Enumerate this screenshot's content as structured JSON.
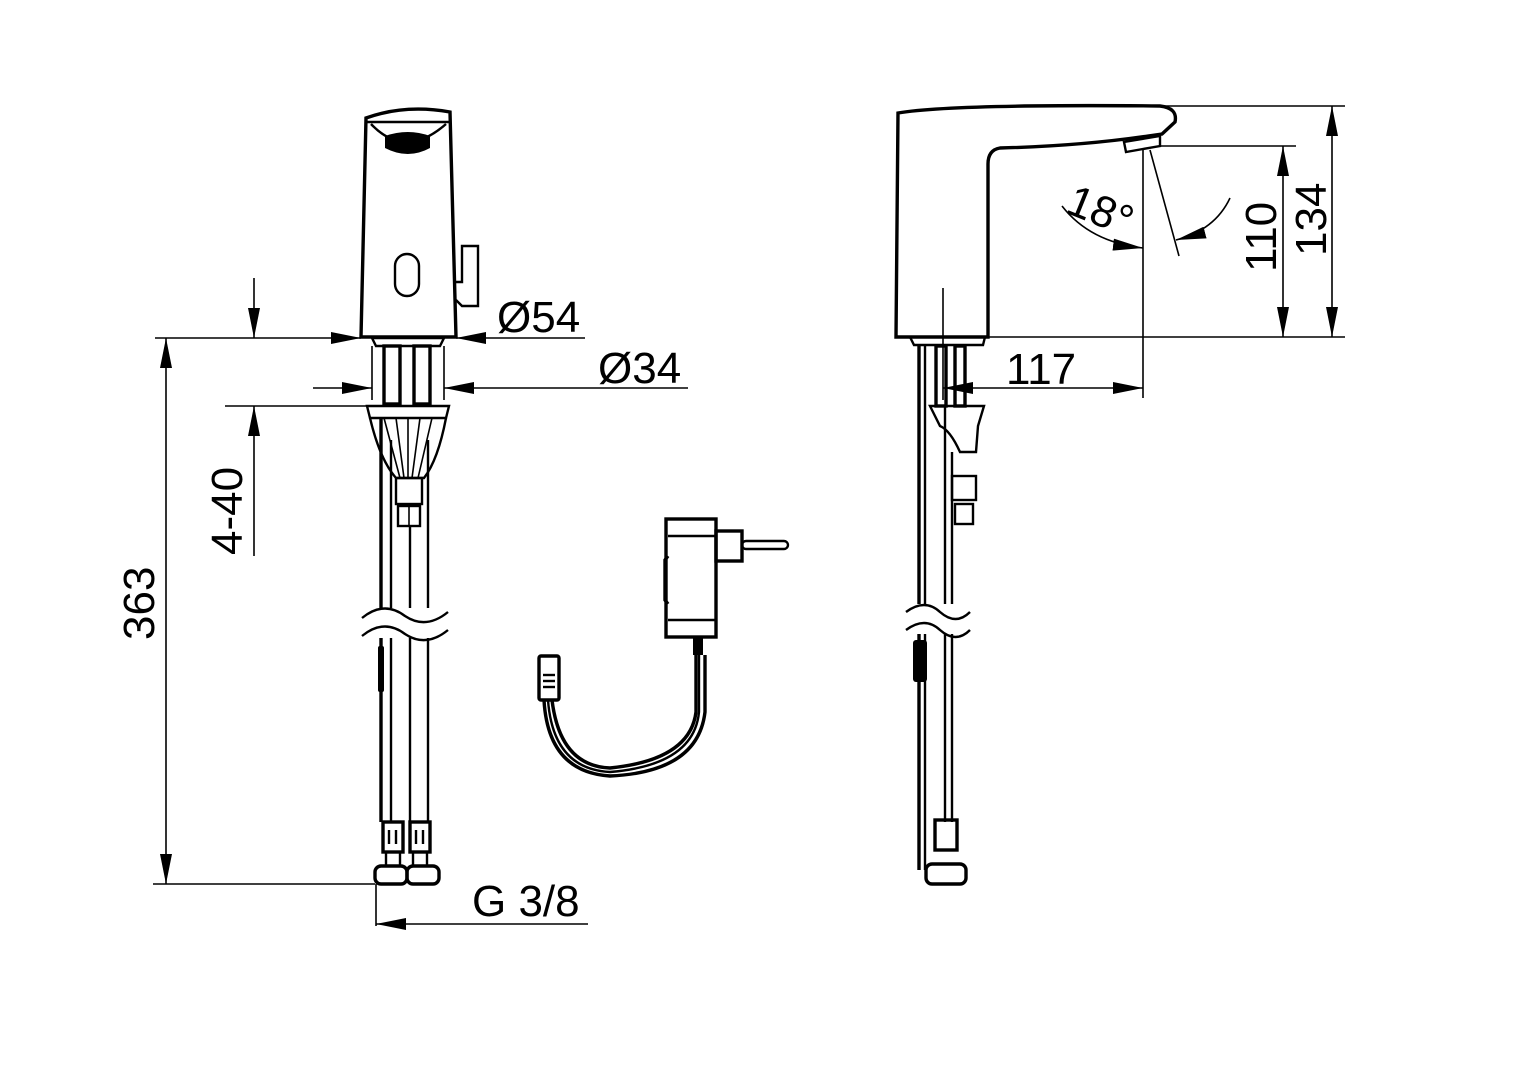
{
  "drawing": {
    "type": "technical-dimension-drawing",
    "subject": "electronic basin mixer with power adapter",
    "views": [
      "front-view",
      "side-view",
      "power-adapter"
    ],
    "line_color": "#000000",
    "background": "#ffffff"
  },
  "front_view": {
    "dimensions": {
      "body_diameter": "Ø54",
      "shank_diameter": "Ø34",
      "deck_thickness": "4-40",
      "total_height": "363",
      "connection_thread": "G 3/8"
    }
  },
  "side_view": {
    "dimensions": {
      "spout_angle": "18°",
      "outlet_height": "110",
      "overall_height": "134",
      "projection": "117"
    }
  }
}
